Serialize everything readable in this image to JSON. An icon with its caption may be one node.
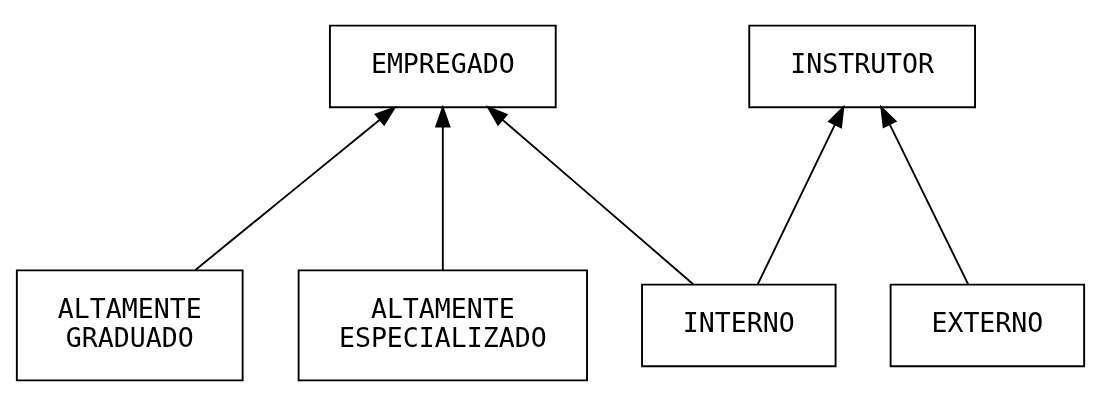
{
  "diagram": {
    "nodes": [
      {
        "text": [
          "EMPREGADO"
        ]
      },
      {
        "text": [
          "INSTRUTOR"
        ]
      },
      {
        "text": [
          "ALTAMENTE GRADUADO"
        ]
      },
      {
        "text": [
          "ALTAMENTE ESPECIALIZADO"
        ]
      },
      {
        "text": [
          "INTERNO"
        ]
      },
      {
        "text": [
          "EXTERNO"
        ]
      }
    ],
    "edges": [
      {
        "from": 2,
        "to": 0,
        "arrow": "to"
      },
      {
        "from": 3,
        "to": 0,
        "arrow": "to"
      },
      {
        "from": 4,
        "to": 0,
        "arrow": "to"
      },
      {
        "from": 4,
        "to": 1,
        "arrow": "to"
      },
      {
        "from": 5,
        "to": 1,
        "arrow": "to"
      }
    ]
  }
}
